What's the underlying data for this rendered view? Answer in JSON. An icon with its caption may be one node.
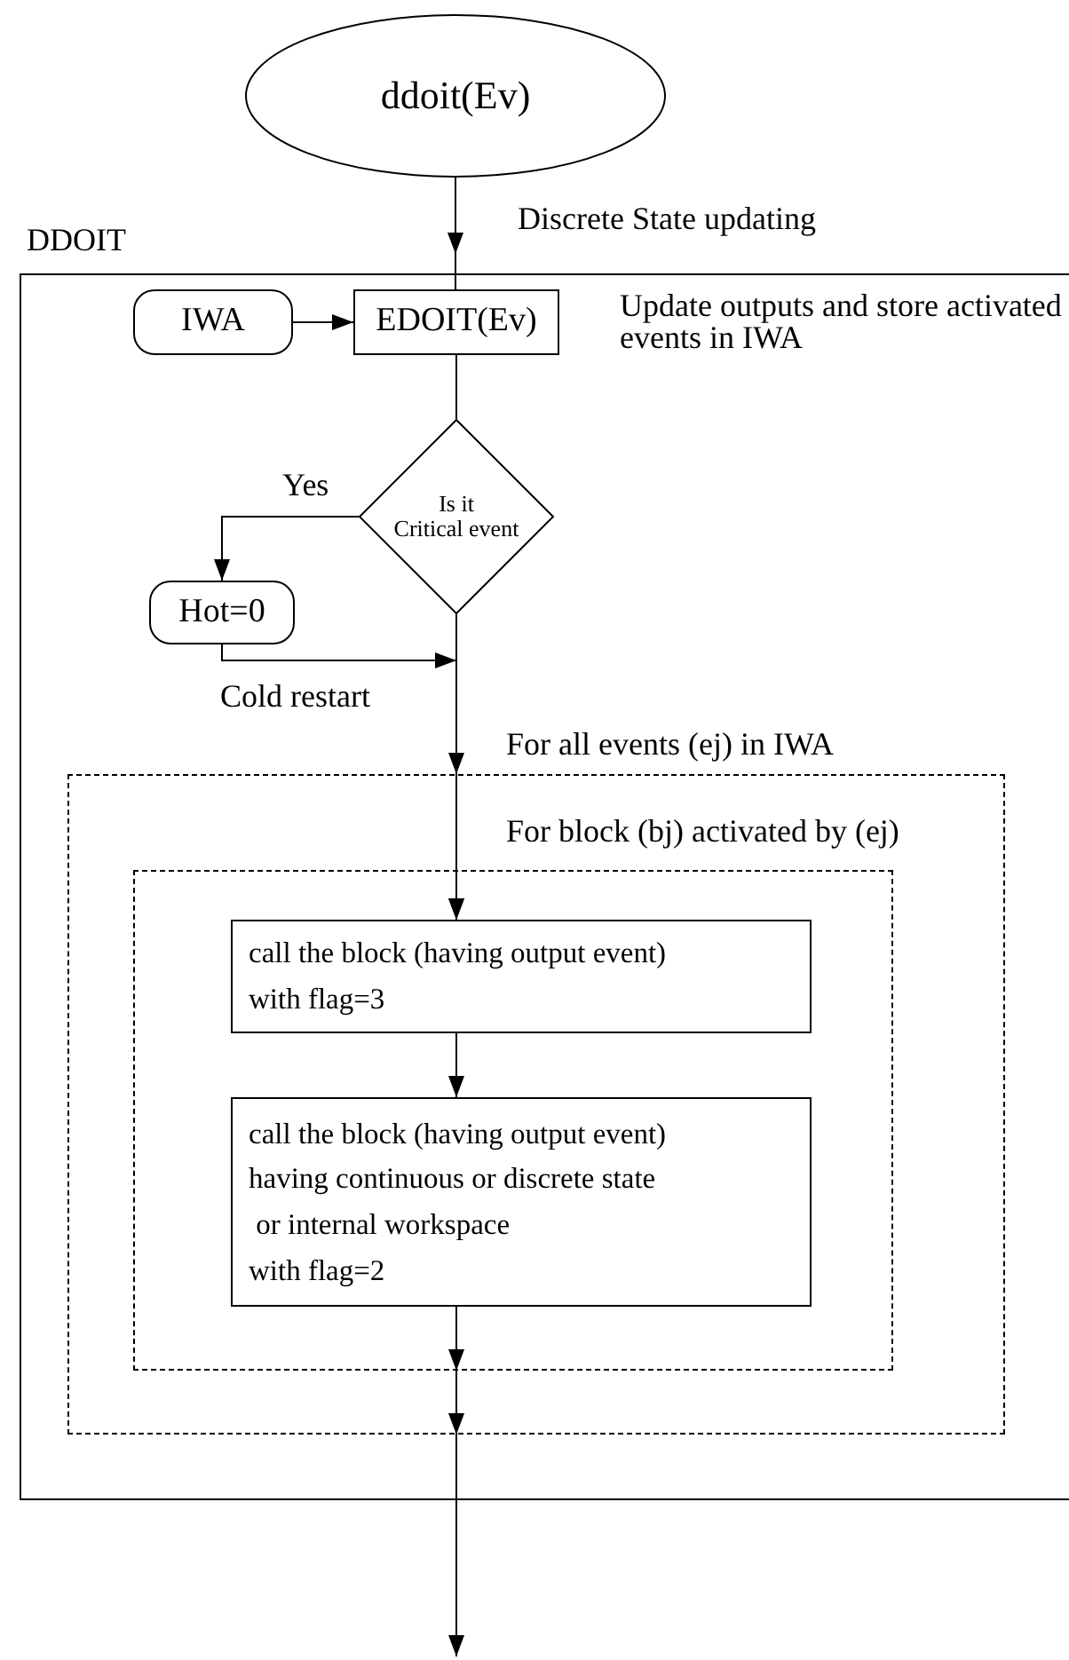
{
  "diagram": {
    "nodes": [
      {
        "text": [
          "ddoit(Ev)"
        ]
      },
      {
        "text": [
          "DDOIT"
        ]
      },
      {
        "text": [
          "IWA"
        ],
        "in": 1
      },
      {
        "text": [
          "EDOIT(Ev)"
        ],
        "in": 1,
        "beside": [
          "Update outputs and store activated events in IWA"
        ]
      },
      {
        "text": [
          "Is it",
          "Critical event"
        ],
        "in": 1
      },
      {
        "text": [
          "Hot=0"
        ],
        "in": 1
      },
      {
        "text": [
          "For all events (ej) in IWA"
        ],
        "in": 1
      },
      {
        "text": [
          "For block (bj) activated by (ej)"
        ],
        "in": 6
      },
      {
        "text": [
          "call the block (having output event)",
          "with flag=3"
        ],
        "in": 7
      },
      {
        "text": [
          "call the block (having output event)",
          "having continuous or discrete state",
          " or internal workspace",
          "with flag=2"
        ],
        "in": 7
      }
    ],
    "edges": [
      {
        "from": 0,
        "to": 3,
        "arrow": "to",
        "label": "Discrete State updating"
      },
      {
        "from": 2,
        "to": 3,
        "arrow": "to"
      },
      {
        "from": 3,
        "to": 4,
        "arrow": "none"
      },
      {
        "from": 4,
        "to": 5,
        "arrow": "to",
        "label": "Yes"
      },
      {
        "from": 4,
        "to": 8,
        "arrow": "to"
      },
      {
        "from": 5,
        "to": 8,
        "arrow": "to",
        "label": "Cold restart"
      },
      {
        "from": 8,
        "to": 9,
        "arrow": "to"
      },
      {
        "from": 9,
        "to": null,
        "arrow": "to"
      }
    ]
  }
}
